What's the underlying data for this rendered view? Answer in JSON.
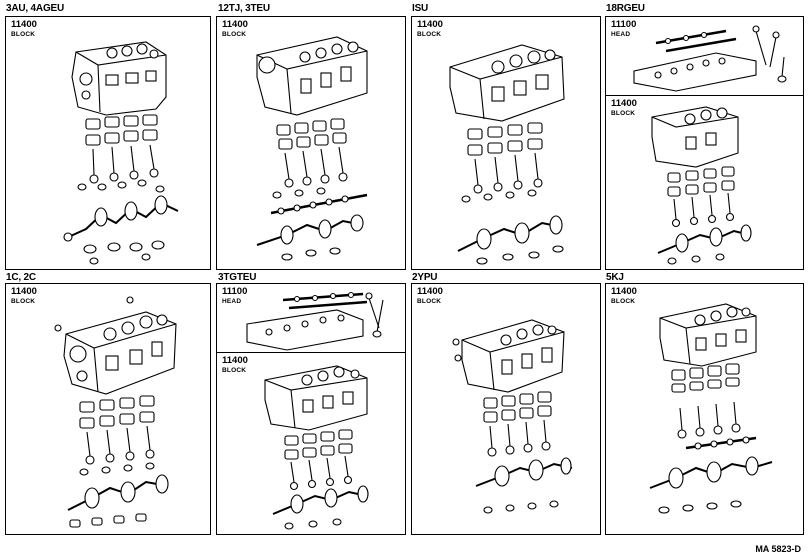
{
  "panels": [
    {
      "title": "3AU, 4AGEU",
      "sections": [
        {
          "code": "11400",
          "label": "BLOCK"
        }
      ]
    },
    {
      "title": "12TJ, 3TEU",
      "sections": [
        {
          "code": "11400",
          "label": "BLOCK"
        }
      ]
    },
    {
      "title": "ISU",
      "sections": [
        {
          "code": "11400",
          "label": "BLOCK"
        }
      ]
    },
    {
      "title": "18RGEU",
      "sections": [
        {
          "code": "11100",
          "label": "HEAD"
        },
        {
          "code": "11400",
          "label": "BLOCK"
        }
      ]
    },
    {
      "title": "1C, 2C",
      "sections": [
        {
          "code": "11400",
          "label": "BLOCK"
        }
      ]
    },
    {
      "title": "3TGTEU",
      "sections": [
        {
          "code": "11100",
          "label": "HEAD"
        },
        {
          "code": "11400",
          "label": "BLOCK"
        }
      ]
    },
    {
      "title": "2YPU",
      "sections": [
        {
          "code": "11400",
          "label": "BLOCK"
        }
      ]
    },
    {
      "title": "5KJ",
      "sections": [
        {
          "code": "11400",
          "label": "BLOCK"
        }
      ]
    }
  ],
  "reference": "MA 5823-D"
}
